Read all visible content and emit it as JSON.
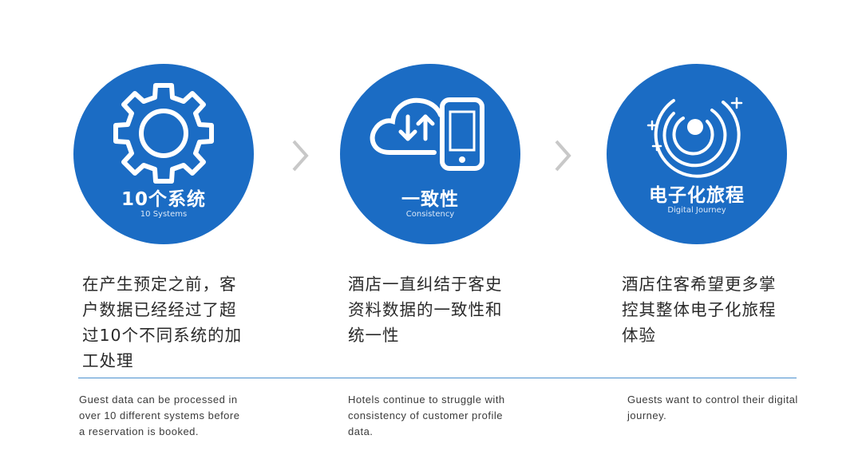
{
  "colors": {
    "circle_fill": "#1b6cc4",
    "chevron": "#c8c8c8",
    "divider": "#4a90cf"
  },
  "steps": [
    {
      "icon": "gear-icon",
      "title": "10个系统",
      "subtitle": "10 Systems",
      "cn_lines": [
        "在产生预定之前，客",
        "户数据已经经过了超",
        "过10个不同系统的加",
        "工处理"
      ],
      "en_lines": [
        "Guest data can be processed in",
        "over 10 different systems before",
        "a reservation is booked."
      ]
    },
    {
      "icon": "cloud-sync-phone-icon",
      "title": "一致性",
      "subtitle": "Consistency",
      "cn_lines": [
        "酒店一直纠结于客史",
        "资料数据的一致性和",
        "统一性"
      ],
      "en_lines": [
        "Hotels continue to struggle with",
        "consistency of customer profile",
        "data."
      ]
    },
    {
      "icon": "galaxy-journey-icon",
      "title": "电子化旅程",
      "subtitle": "Digital Journey",
      "cn_lines": [
        "酒店住客希望更多掌",
        "控其整体电子化旅程",
        "体验"
      ],
      "en_lines": [
        "Guests want to control their digital",
        "journey."
      ]
    }
  ],
  "separators": [
    "chevron-right-icon",
    "chevron-right-icon"
  ]
}
